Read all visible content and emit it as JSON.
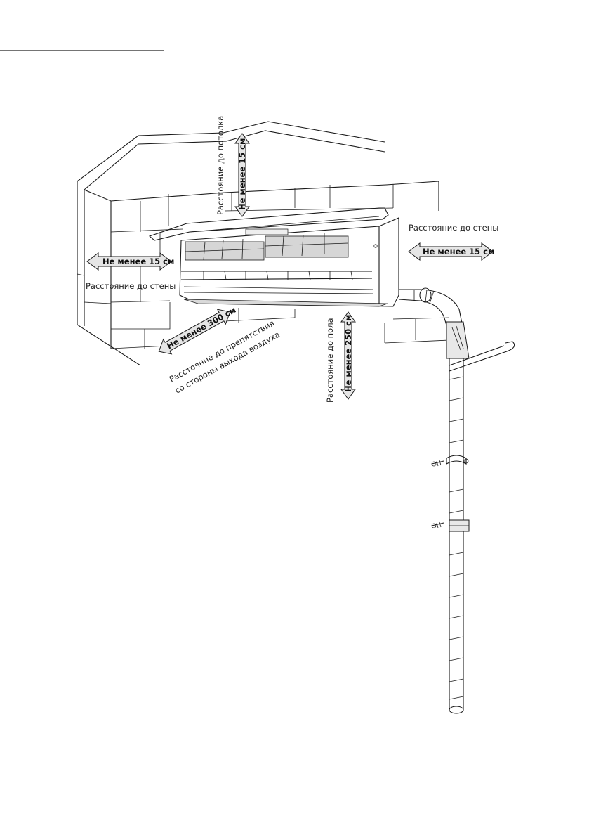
{
  "labels": {
    "ceiling_distance": "Расстояние до потолка",
    "ceiling_min": "Не менее 15 см",
    "left_min": "Не менее 15 см",
    "left_wall_distance": "Расстояние до стены",
    "right_wall_distance": "Расстояние до стены",
    "right_min": "Не менее 15 см",
    "obstacle_min": "Не менее 300 см",
    "obstacle_line1": "Расстояние до препятствия",
    "obstacle_line2": "со стороны выхода воздуха",
    "floor_distance": "Расстояние до пола",
    "floor_min": "Не менее 250 см"
  },
  "colors": {
    "line": "#1a1a1a",
    "arrow_fill": "#e6e6e6",
    "unit_shade": "#d9d9d9"
  }
}
